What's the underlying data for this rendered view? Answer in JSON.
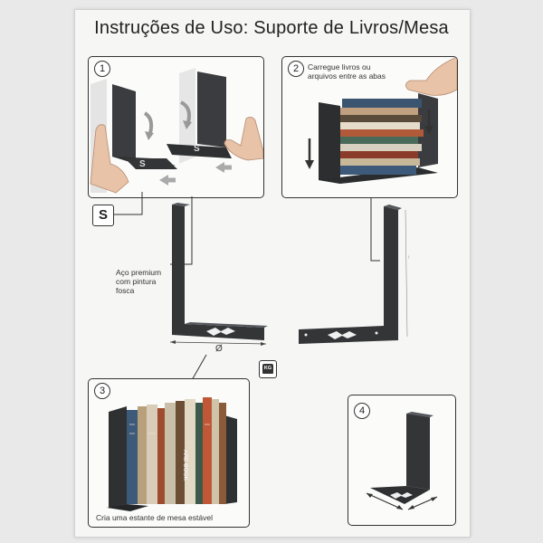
{
  "title": "Instruções de Uso: Suporte de Livros/Mesa",
  "steps": [
    {
      "number": "1"
    },
    {
      "number": "2",
      "caption": "Carregue livros ou arquivos entre as abas"
    },
    {
      "number": "3",
      "caption": "Cria uma estante de mesa estável"
    },
    {
      "number": "4"
    }
  ],
  "specs": {
    "material": "Aço premium com pintura fosca",
    "diameter_symbol": "Ø",
    "height_mark": "↑",
    "weight_icon_text": "KG",
    "logo_letter": "S"
  },
  "book_spine_text": "ARE BOOK",
  "colors": {
    "metal": "#333537",
    "metal_light": "#55585c",
    "border": "#333333",
    "skin": "#e8c3a8"
  }
}
